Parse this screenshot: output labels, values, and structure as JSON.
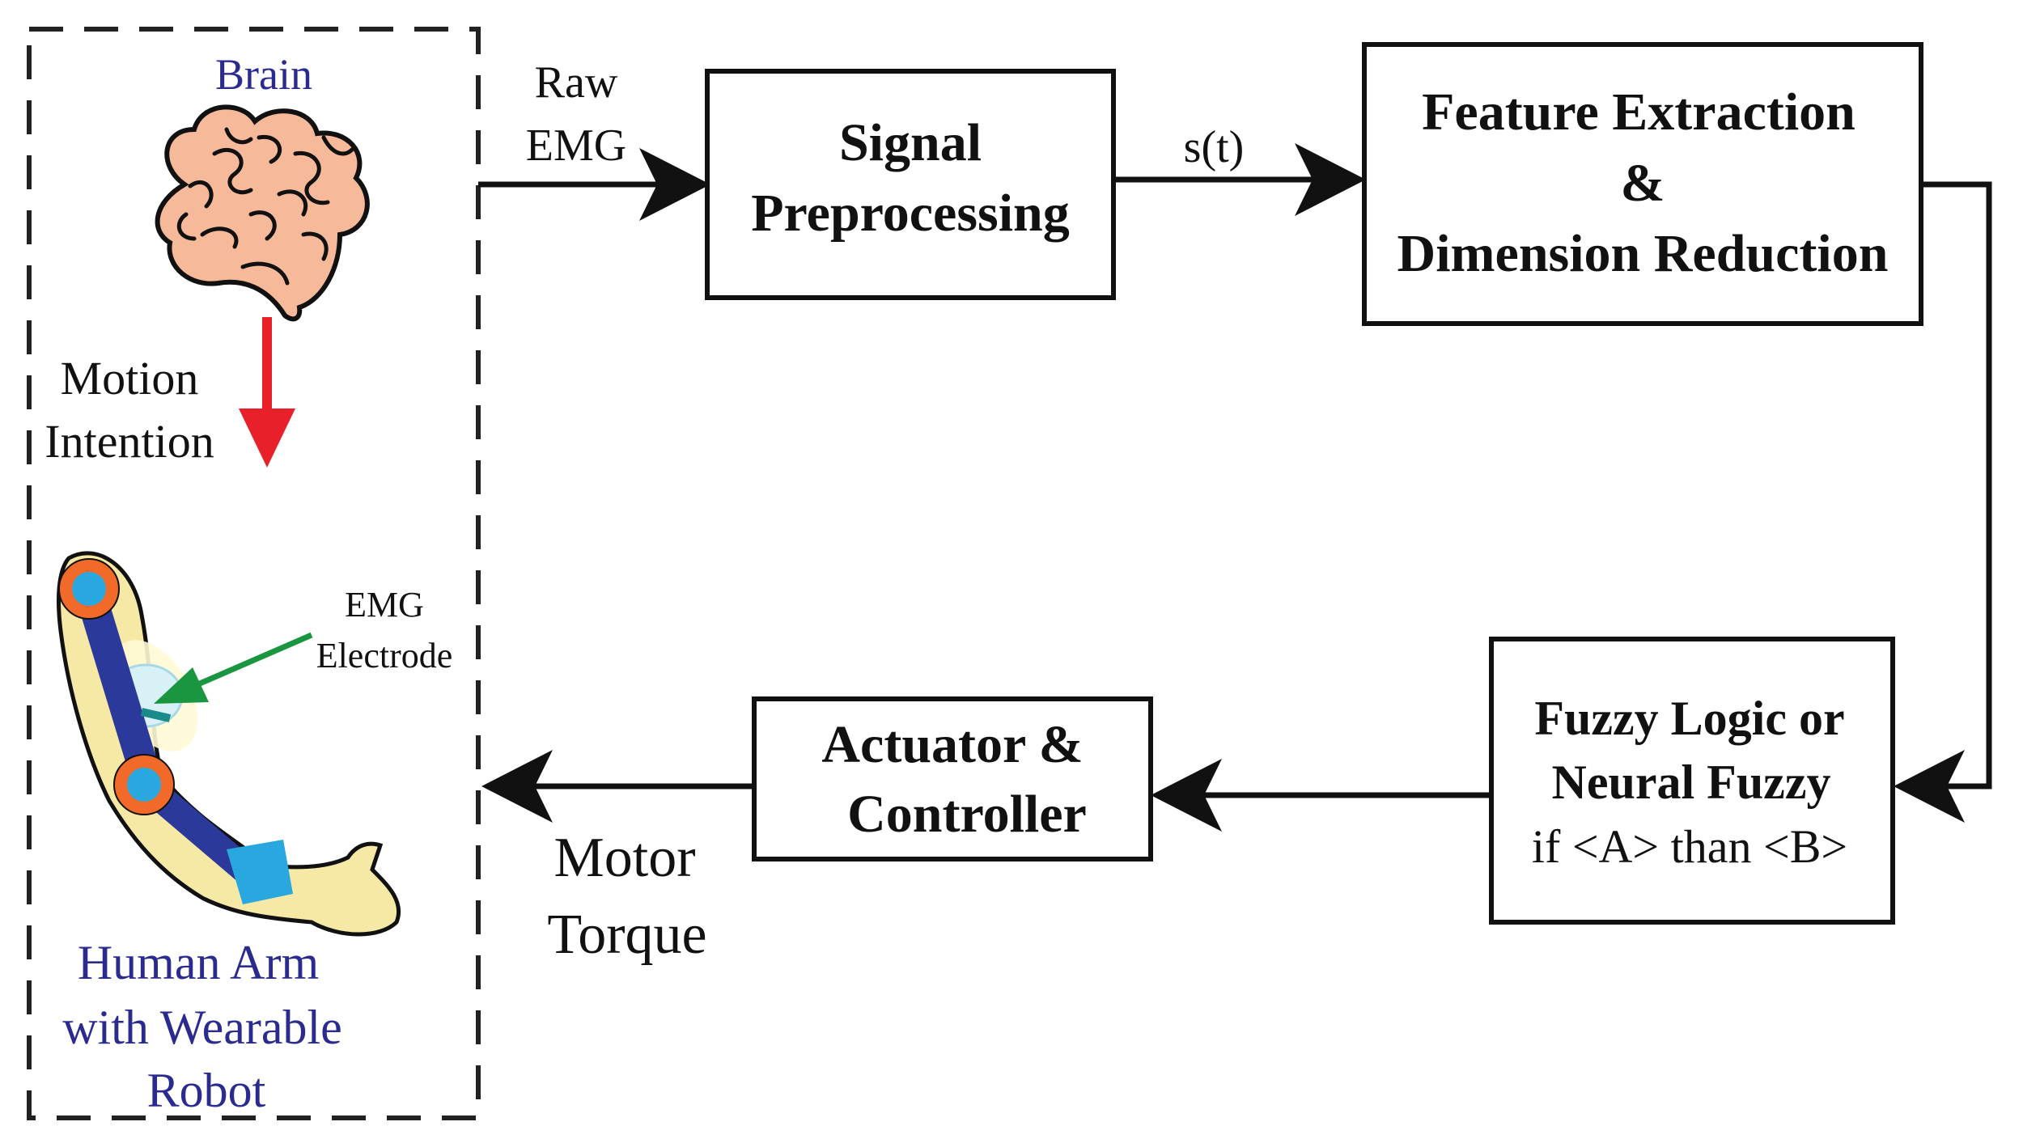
{
  "left_panel": {
    "brain_label": "Brain",
    "motion_label": [
      "Motion",
      "Intention"
    ],
    "electrode_label": [
      "EMG",
      "Electrode"
    ],
    "arm_label": [
      "Human Arm",
      "with Wearable",
      "Robot"
    ]
  },
  "flow_labels": {
    "raw_emg": [
      "Raw",
      "EMG"
    ],
    "signal": "s(t)",
    "motor_torque": [
      "Motor",
      "Torque"
    ]
  },
  "blocks": {
    "signal_preprocessing": [
      "Signal",
      "Preprocessing"
    ],
    "feature_extraction": [
      "Feature Extraction",
      "&",
      "Dimension Reduction"
    ],
    "fuzzy_logic": [
      "Fuzzy Logic or",
      "Neural Fuzzy"
    ],
    "fuzzy_rule": "if <A> than <B>",
    "actuator": [
      "Actuator &",
      "Controller"
    ]
  },
  "colors": {
    "label_blue": "#2b2b8f",
    "motion_arrow": "#e8202a",
    "electrode_arrow": "#1a9640",
    "brain_fill": "#f6b99a",
    "arm_fill": "#f6e9a6",
    "robot_link": "#2b3a9a",
    "joint_outer": "#f26a2a",
    "joint_inner": "#29a8e0",
    "cuff": "#29a8e0"
  },
  "icons": [
    "brain-icon",
    "human-arm-icon"
  ]
}
